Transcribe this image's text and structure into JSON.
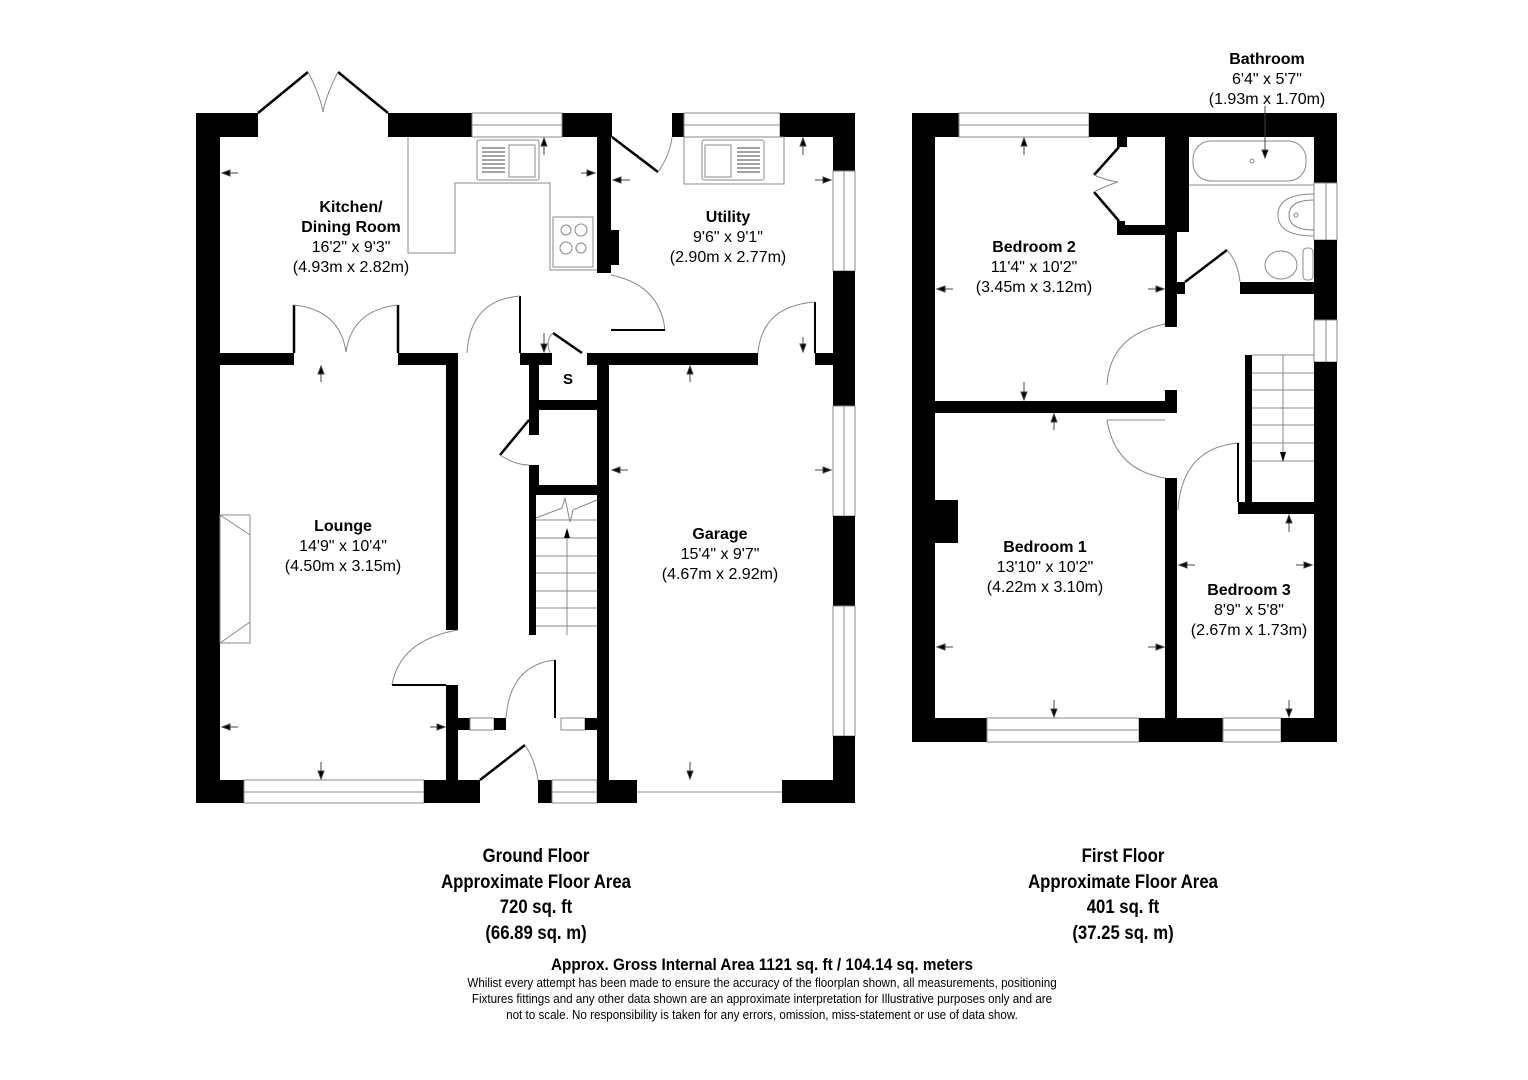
{
  "floors": [
    {
      "id": "ground",
      "title": "Ground Floor",
      "subtitle": "Approximate Floor Area",
      "area_sqft": "720 sq. ft",
      "area_sqm": "(66.89 sq. m)",
      "rooms": [
        {
          "name": "Kitchen/",
          "name2": "Dining Room",
          "imperial": "16'2\" x 9'3\"",
          "metric": "(4.93m x 2.82m)"
        },
        {
          "name": "Utility",
          "imperial": "9'6\" x 9'1\"",
          "metric": "(2.90m x 2.77m)"
        },
        {
          "name": "Lounge",
          "imperial": "14'9\" x 10'4\"",
          "metric": "(4.50m x 3.15m)"
        },
        {
          "name": "Garage",
          "imperial": "15'4\" x 9'7\"",
          "metric": "(4.67m x 2.92m)"
        }
      ],
      "store_label": "S"
    },
    {
      "id": "first",
      "title": "First Floor",
      "subtitle": "Approximate Floor Area",
      "area_sqft": "401 sq. ft",
      "area_sqm": "(37.25 sq. m)",
      "rooms": [
        {
          "name": "Bathroom",
          "imperial": "6'4\" x 5'7\"",
          "metric": "(1.93m x 1.70m)"
        },
        {
          "name": "Bedroom 2",
          "imperial": "11'4\" x 10'2\"",
          "metric": "(3.45m x 3.12m)"
        },
        {
          "name": "Bedroom 1",
          "imperial": "13'10\" x 10'2\"",
          "metric": "(4.22m x 3.10m)"
        },
        {
          "name": "Bedroom 3",
          "imperial": "8'9\" x 5'8\"",
          "metric": "(2.67m x 1.73m)"
        }
      ]
    }
  ],
  "gross_internal_area": "Approx. Gross Internal Area 1121 sq. ft / 104.14 sq. meters",
  "disclaimer": [
    "Whilist every attempt has been made to ensure the accuracy of the floorplan shown, all measurements, positioning",
    "Fixtures fittings and any other data shown are an approximate interpretation for Illustrative purposes only  and are",
    "not to scale. No responsibility is taken for any errors, omission, miss-statement or use of data show."
  ],
  "colors": {
    "wall": "#000000",
    "background": "#ffffff",
    "fixture_line": "#888888"
  }
}
